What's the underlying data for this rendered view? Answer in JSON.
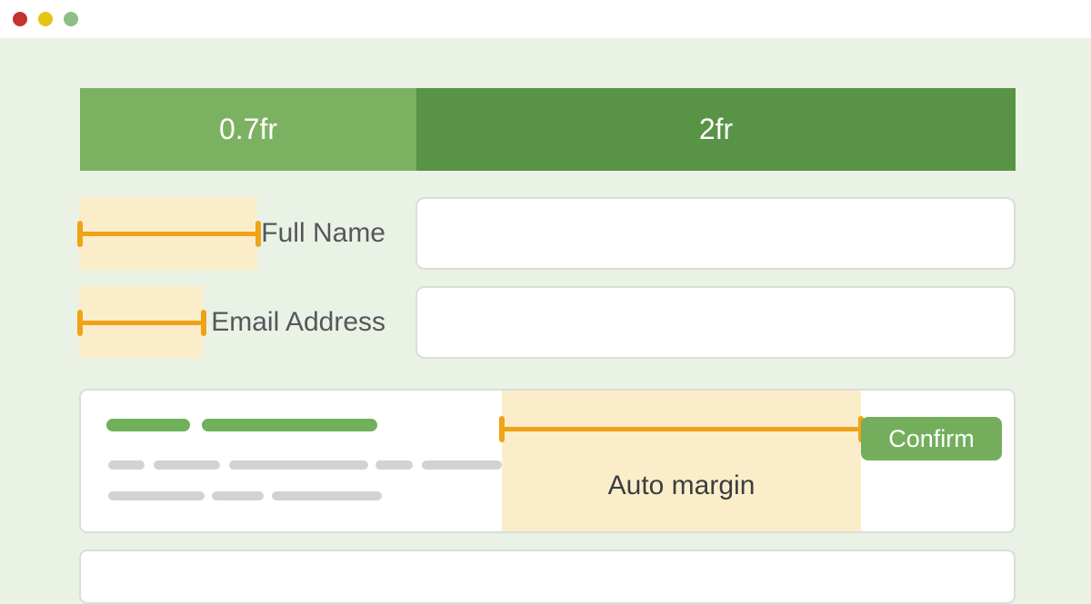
{
  "window": {
    "controls": [
      {
        "name": "red"
      },
      {
        "name": "yellow"
      },
      {
        "name": "green"
      }
    ]
  },
  "header": {
    "columns": [
      {
        "label": "0.7fr"
      },
      {
        "label": "2fr"
      }
    ]
  },
  "form": {
    "fields": [
      {
        "label": "Full Name",
        "value": ""
      },
      {
        "label": "Email Address",
        "value": ""
      }
    ]
  },
  "card": {
    "annotation": "Auto margin",
    "button_label": "Confirm"
  },
  "colors": {
    "page_bg": "#eaf2e6",
    "titlebar_bg": "#ffffff",
    "dot_red": "#c4342f",
    "dot_yellow": "#e7c414",
    "dot_green": "#8dbe85",
    "column_light_green": "#7cb162",
    "column_dark_green": "#589346",
    "highlight_yellow": "#fcedca",
    "ruler_orange": "#f0a316",
    "card_border": "#d9ded7",
    "pill_green": "#6fb05b",
    "pill_gray": "#d2d2d2",
    "label_text": "#54575b",
    "annotation_text": "#3b3d40",
    "button_green": "#74ae5d",
    "button_text": "#ffffff"
  }
}
